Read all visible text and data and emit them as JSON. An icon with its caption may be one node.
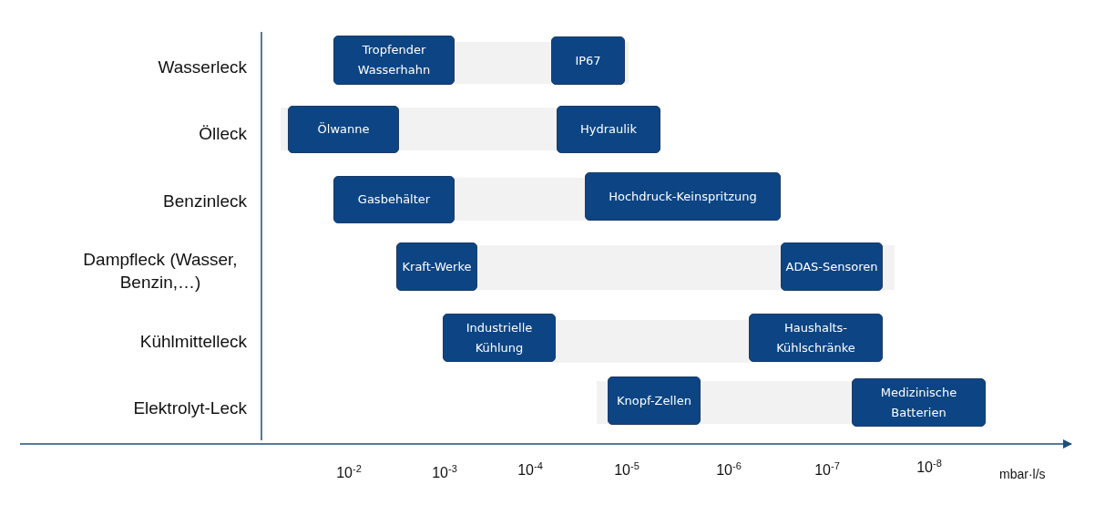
{
  "diagram": {
    "nodes": [
      {
        "text": [
          "Tropfender Wasserhahn"
        ]
      },
      {
        "text": [
          "IP67"
        ]
      },
      {
        "text": [
          "Ölwanne"
        ]
      },
      {
        "text": [
          "Hydraulik"
        ]
      },
      {
        "text": [
          "Gasbehälter"
        ]
      },
      {
        "text": [
          "Hochdruck-Keinspritzung"
        ]
      },
      {
        "text": [
          "Kraft-Werke"
        ]
      },
      {
        "text": [
          "ADAS-Sensoren"
        ]
      },
      {
        "text": [
          "Industrielle Kühlung"
        ]
      },
      {
        "text": [
          "Haushalts-Kühlschränke"
        ]
      },
      {
        "text": [
          "Knopf-Zellen"
        ]
      },
      {
        "text": [
          "Medizinische Batterien"
        ]
      }
    ],
    "labels": [
      "Wasserleck",
      "Ölleck",
      "Benzinleck",
      "Dampfleck (Wasser, Benzin,…)",
      "Kühlmittelleck",
      "Elektrolyt-Leck",
      "10$^{-2}$",
      "10$^{-3}$",
      "10$^{-4}$",
      "10$^{-5}$",
      "10$^{-6}$",
      "10$^{-7}$",
      "10$^{-8}$",
      "mbar·l/s"
    ]
  }
}
